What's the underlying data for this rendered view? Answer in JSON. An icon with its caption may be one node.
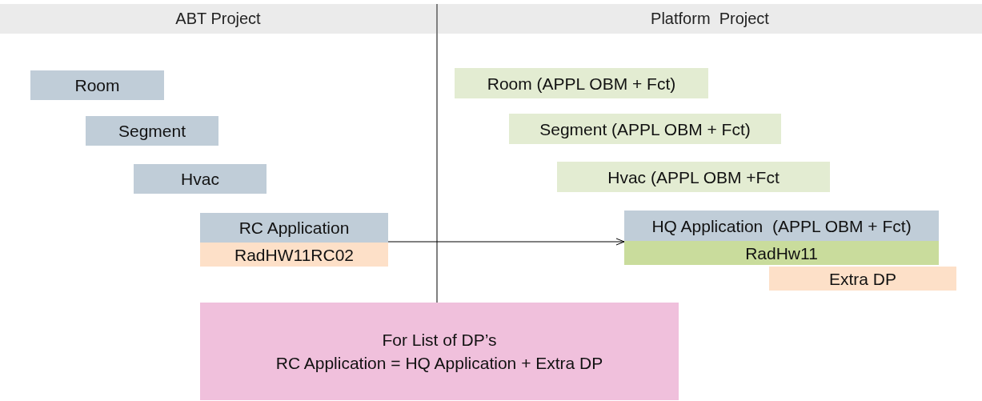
{
  "diagram": {
    "nodes": [
      {
        "text": [
          "ABT Project"
        ]
      },
      {
        "text": [
          "Platform  Project"
        ]
      },
      {
        "text": [
          "Room"
        ]
      },
      {
        "text": [
          "Segment"
        ]
      },
      {
        "text": [
          "Hvac"
        ]
      },
      {
        "text": [
          "RC Application"
        ]
      },
      {
        "text": [
          "RadHW11RC02"
        ]
      },
      {
        "text": [
          "Room (APPL OBM + Fct)"
        ]
      },
      {
        "text": [
          "Segment (APPL OBM + Fct)"
        ]
      },
      {
        "text": [
          "Hvac (APPL OBM +Fct"
        ]
      },
      {
        "text": [
          "HQ Application  (APPL OBM + Fct)"
        ]
      },
      {
        "text": [
          "RadHw11"
        ]
      },
      {
        "text": [
          "Extra DP"
        ]
      },
      {
        "text": [
          "For List of DP’s",
          "RC Application = HQ Application + Extra DP"
        ]
      }
    ],
    "edges": [
      {
        "from": 5,
        "to": 10,
        "arrow": "to"
      }
    ]
  }
}
